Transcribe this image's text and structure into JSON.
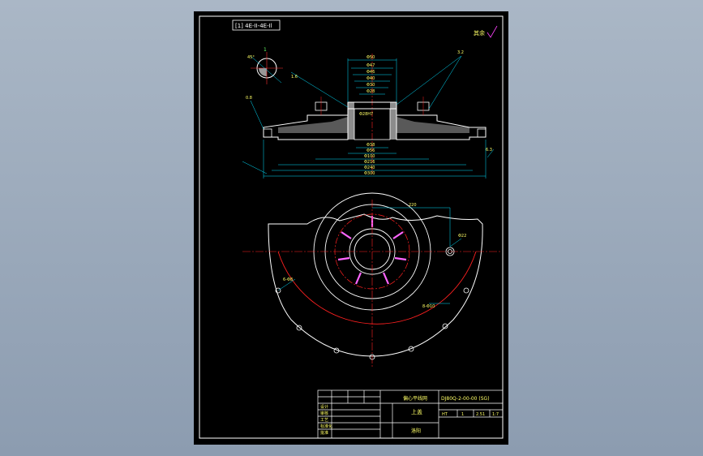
{
  "drawing": {
    "top_note": "[1] 4E-II-4E-Il",
    "roughness_note": "其余",
    "roughness_val": "6.3",
    "section_label": "1",
    "section_angle": "45°"
  },
  "upper_view": {
    "dims_top": [
      "Φ50",
      "Φ47",
      "Φ46",
      "Φ40",
      "Φ30",
      "Φ28"
    ],
    "dims_bottom": [
      "Φ38",
      "Φ56",
      "Φ100",
      "Φ216",
      "Φ240",
      "Φ300"
    ],
    "notes": [
      "1.6",
      "3.2",
      "0.8",
      "6.3"
    ],
    "center_note": "Φ28H7"
  },
  "lower_view": {
    "dim_top": "220",
    "note_left": "6-Φ8",
    "note_right": "8-Φ10",
    "note_center": "Φ22"
  },
  "title_block": {
    "drawing_no": "DJ80Q-2-00-00 (SG)",
    "part_name": "上盖",
    "company": "洛阳",
    "sub_name": "偏心平线网",
    "material": "HT",
    "qty": "1",
    "weight": "2.51",
    "scale": "1:7",
    "rows": [
      "设计",
      "审核",
      "工艺",
      "标准化",
      "批准"
    ]
  },
  "colors": {
    "outline": "#ffffff",
    "center_line": "#ff2020",
    "dimension": "#00e0ff",
    "hatch": "#ff66ff",
    "text": "#ffff66"
  }
}
